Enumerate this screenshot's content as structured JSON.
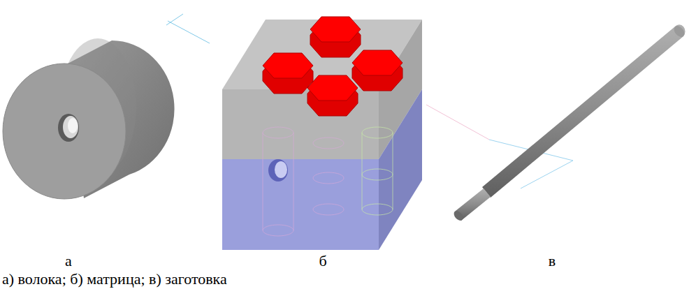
{
  "diagram": {
    "caption": "а) волока; б) матрица; в) заготовка",
    "labels": [
      "а",
      "б",
      "в"
    ]
  }
}
